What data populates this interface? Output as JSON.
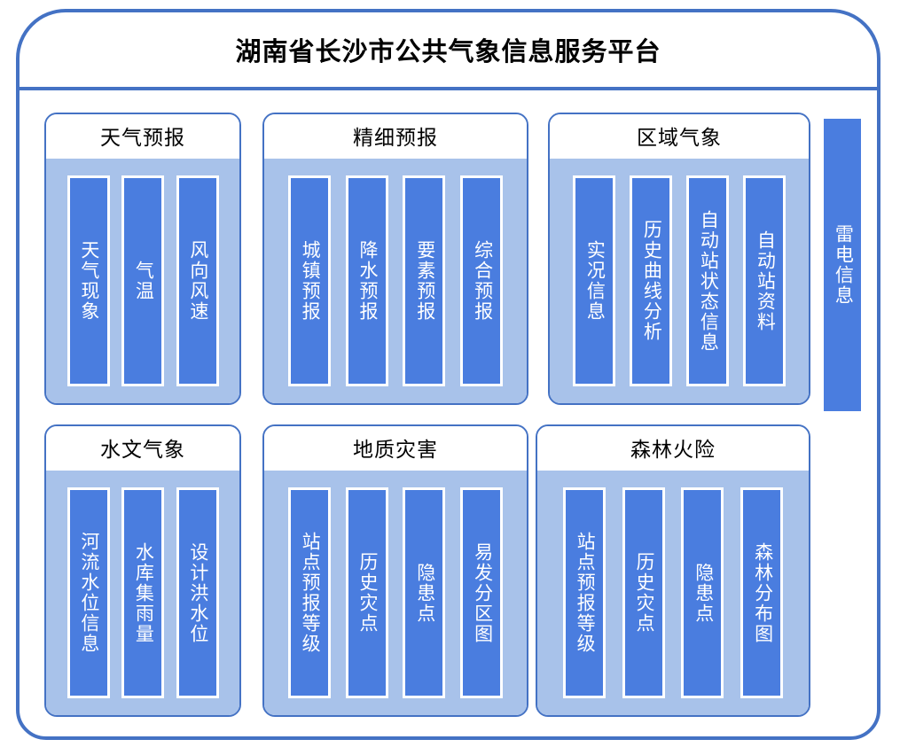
{
  "platform": {
    "title": "湖南省长沙市公共气象信息服务平台",
    "accent_color": "#4472c4",
    "bar_color": "#4a7ddf",
    "body_color": "#a8c2ea"
  },
  "groups": [
    {
      "title": "天气预报",
      "items": [
        {
          "label": "天气现象"
        },
        {
          "label": "气温"
        },
        {
          "label": "风向风速"
        }
      ]
    },
    {
      "title": "精细预报",
      "items": [
        {
          "label": "城镇预报"
        },
        {
          "label": "降水预报"
        },
        {
          "label": "要素预报"
        },
        {
          "label": "综合预报"
        }
      ]
    },
    {
      "title": "区域气象",
      "items": [
        {
          "label": "实况信息"
        },
        {
          "label": "历史曲线分析"
        },
        {
          "label": "自动站状态信息"
        },
        {
          "label": "自动站资料"
        }
      ]
    },
    {
      "title": "水文气象",
      "items": [
        {
          "label": "河流水位信息"
        },
        {
          "label": "水库集雨量"
        },
        {
          "label": "设计洪水位"
        }
      ]
    },
    {
      "title": "地质灾害",
      "items": [
        {
          "label": "站点预报等级"
        },
        {
          "label": "历史灾点"
        },
        {
          "label": "隐患点"
        },
        {
          "label": "易发分区图"
        }
      ]
    },
    {
      "title": "森林火险",
      "items": [
        {
          "label": "站点预报等级"
        },
        {
          "label": "历史灾点"
        },
        {
          "label": "隐患点"
        },
        {
          "label": "森林分布图"
        }
      ]
    }
  ],
  "standalone": {
    "lightning": {
      "label": "雷电信息"
    }
  }
}
